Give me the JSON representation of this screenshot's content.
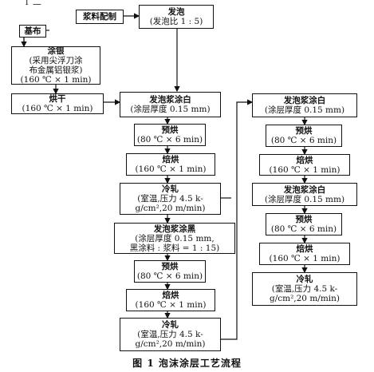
{
  "header_fragment": "T 二",
  "boxes": {
    "slurry": {
      "title": "浆料配制"
    },
    "foam": {
      "title": "发泡",
      "sub": "(发泡比 1 : 5)"
    },
    "base": {
      "title": "基布"
    },
    "silver": {
      "title": "涂银",
      "l1": "(采用尖浮刀涂",
      "l2": "布金属铝银浆)",
      "l3": "(160 ℃ × 1 min)"
    },
    "dry": {
      "title": "烘干",
      "l1": "(160 ℃ × 1 min)"
    },
    "c1_coat_white": {
      "title": "发泡浆涂白",
      "l1": "(涂层厚度 0.15 mm)"
    },
    "c1_prebake1": {
      "title": "预烘",
      "l1": "(80 ℃ × 6 min)"
    },
    "c1_bake1": {
      "title": "焙烘",
      "l1": "(160 ℃ × 1 min)"
    },
    "c1_roll1": {
      "title": "冷轧",
      "l1": "(室温,压力 4.5 k-",
      "l2": "g/cm²,20 m/min)"
    },
    "c1_coat_black": {
      "title": "发泡浆涂黑",
      "l1": "(涂层厚度 0.15 mm,",
      "l2": "黑涂料 : 浆料 = 1 : 15)"
    },
    "c1_prebake2": {
      "title": "预烘",
      "l1": "(80 ℃ × 6 min)"
    },
    "c1_bake2": {
      "title": "焙烘",
      "l1": "(160 ℃ × 1 min)"
    },
    "c1_roll2": {
      "title": "冷轧",
      "l1": "(室温,压力 4.5 k-",
      "l2": "g/cm²,20 m/min)"
    },
    "c2_coat_white1": {
      "title": "发泡浆涂白",
      "l1": "(涂层厚度 0.15 mm)"
    },
    "c2_prebake1": {
      "title": "预烘",
      "l1": "(80 ℃ × 6 min)"
    },
    "c2_bake1": {
      "title": "焙烘",
      "l1": "(160 ℃ × 1 min)"
    },
    "c2_coat_white2": {
      "title": "发泡浆涂白",
      "l1": "(涂层厚度 0.15 mm)"
    },
    "c2_prebake2": {
      "title": "预烘",
      "l1": "(80 ℃ × 6 min)"
    },
    "c2_bake2": {
      "title": "焙烘",
      "l1": "(160 ℃ × 1 min)"
    },
    "c2_roll": {
      "title": "冷轧",
      "l1": "(室温,压力 4.5 k-",
      "l2": "g/cm²,20 m/min)"
    }
  },
  "caption": "图 1   泡沫涂层工艺流程"
}
